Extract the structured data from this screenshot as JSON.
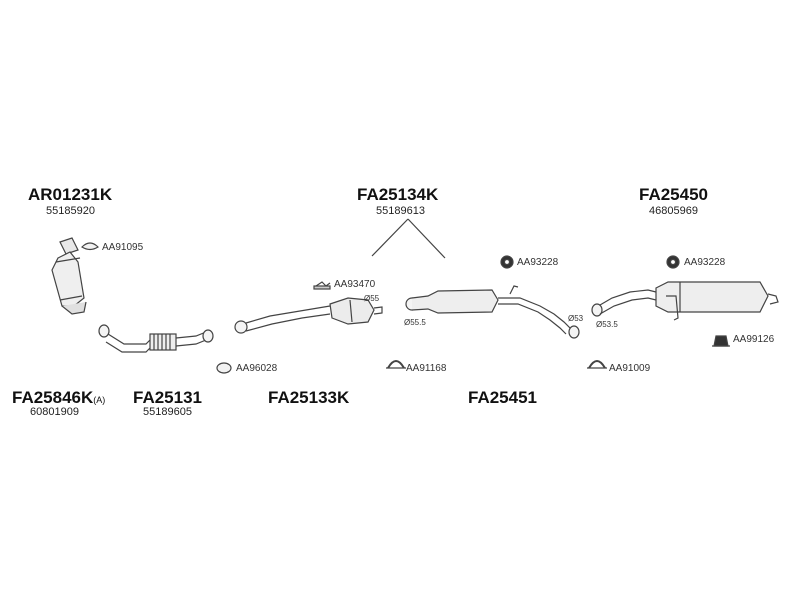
{
  "groups": {
    "ar01231k": {
      "code": "AR01231K",
      "oem": "55185920"
    },
    "fa25134k": {
      "code": "FA25134K",
      "oem": "55189613"
    },
    "fa25450": {
      "code": "FA25450",
      "oem": "46805969"
    },
    "fa25846k": {
      "code": "FA25846K",
      "suffix": "(A)",
      "oem": "60801909"
    },
    "fa25131": {
      "code": "FA25131",
      "oem": "55189605"
    },
    "fa25133k": {
      "code": "FA25133K"
    },
    "fa25451": {
      "code": "FA25451"
    }
  },
  "accessories": {
    "aa91095": "AA91095",
    "aa93470": "AA93470",
    "aa93228_a": "AA93228",
    "aa93228_b": "AA93228",
    "aa96028": "AA96028",
    "aa91168": "AA91168",
    "aa91009": "AA91009",
    "aa99126": "AA99126"
  },
  "dimensions": {
    "d55": "Ø55",
    "d55_5": "Ø55.5",
    "d53": "Ø53",
    "d53_5": "Ø53.5"
  },
  "colors": {
    "line": "#444444",
    "text": "#111111"
  }
}
